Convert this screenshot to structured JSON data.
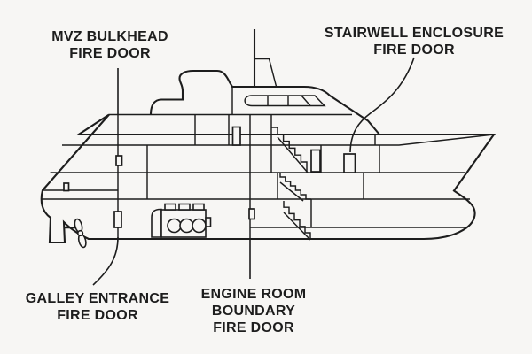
{
  "colors": {
    "ink": "#1d1d1d",
    "bg": "#f7f6f4"
  },
  "diagram": {
    "type": "ship-fire-door-cutaway",
    "labels": {
      "mvz": {
        "lines": [
          "MVZ BULKHEAD",
          "FIRE DOOR"
        ]
      },
      "stairwell": {
        "lines": [
          "STAIRWELL ENCLOSURE",
          "FIRE DOOR"
        ]
      },
      "galley": {
        "lines": [
          "GALLEY ENTRANCE",
          "FIRE DOOR"
        ]
      },
      "engine": {
        "lines": [
          "ENGINE ROOM",
          "BOUNDARY",
          "FIRE DOOR"
        ]
      }
    },
    "parts": [
      "hull",
      "superstructure",
      "mast",
      "funnel-stack",
      "wheelhouse-windows",
      "deck-lines",
      "bulkheads",
      "stairwell-flights",
      "engine-block",
      "propeller",
      "skeg",
      "fire-door-symbols",
      "leader-lines"
    ]
  }
}
